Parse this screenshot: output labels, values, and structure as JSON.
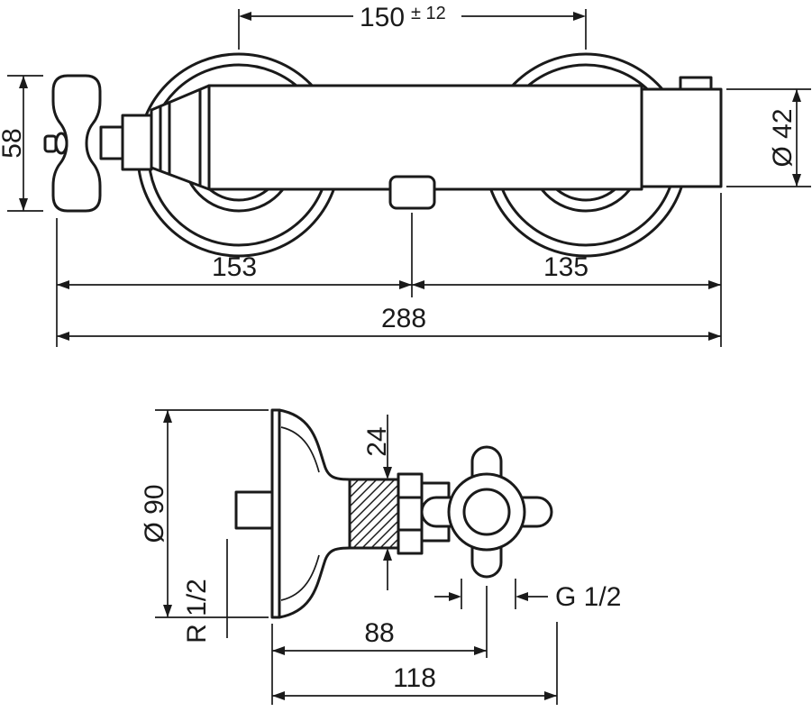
{
  "drawing": {
    "background": "#ffffff",
    "line_color": "#1a1a1a",
    "front_view": {
      "center_distance": "150",
      "center_distance_tolerance": "± 12",
      "body_diameter": "Ø 42",
      "handle_height": "58",
      "left_section_width": "153",
      "right_section_width": "135",
      "total_width": "288"
    },
    "side_view": {
      "escutcheon_diameter": "Ø 90",
      "hex_size": "24",
      "outlet_thread": "G 1/2",
      "wall_to_handle_center": "88",
      "total_projection": "118",
      "wall_connection_thread": "R 1/2"
    }
  }
}
